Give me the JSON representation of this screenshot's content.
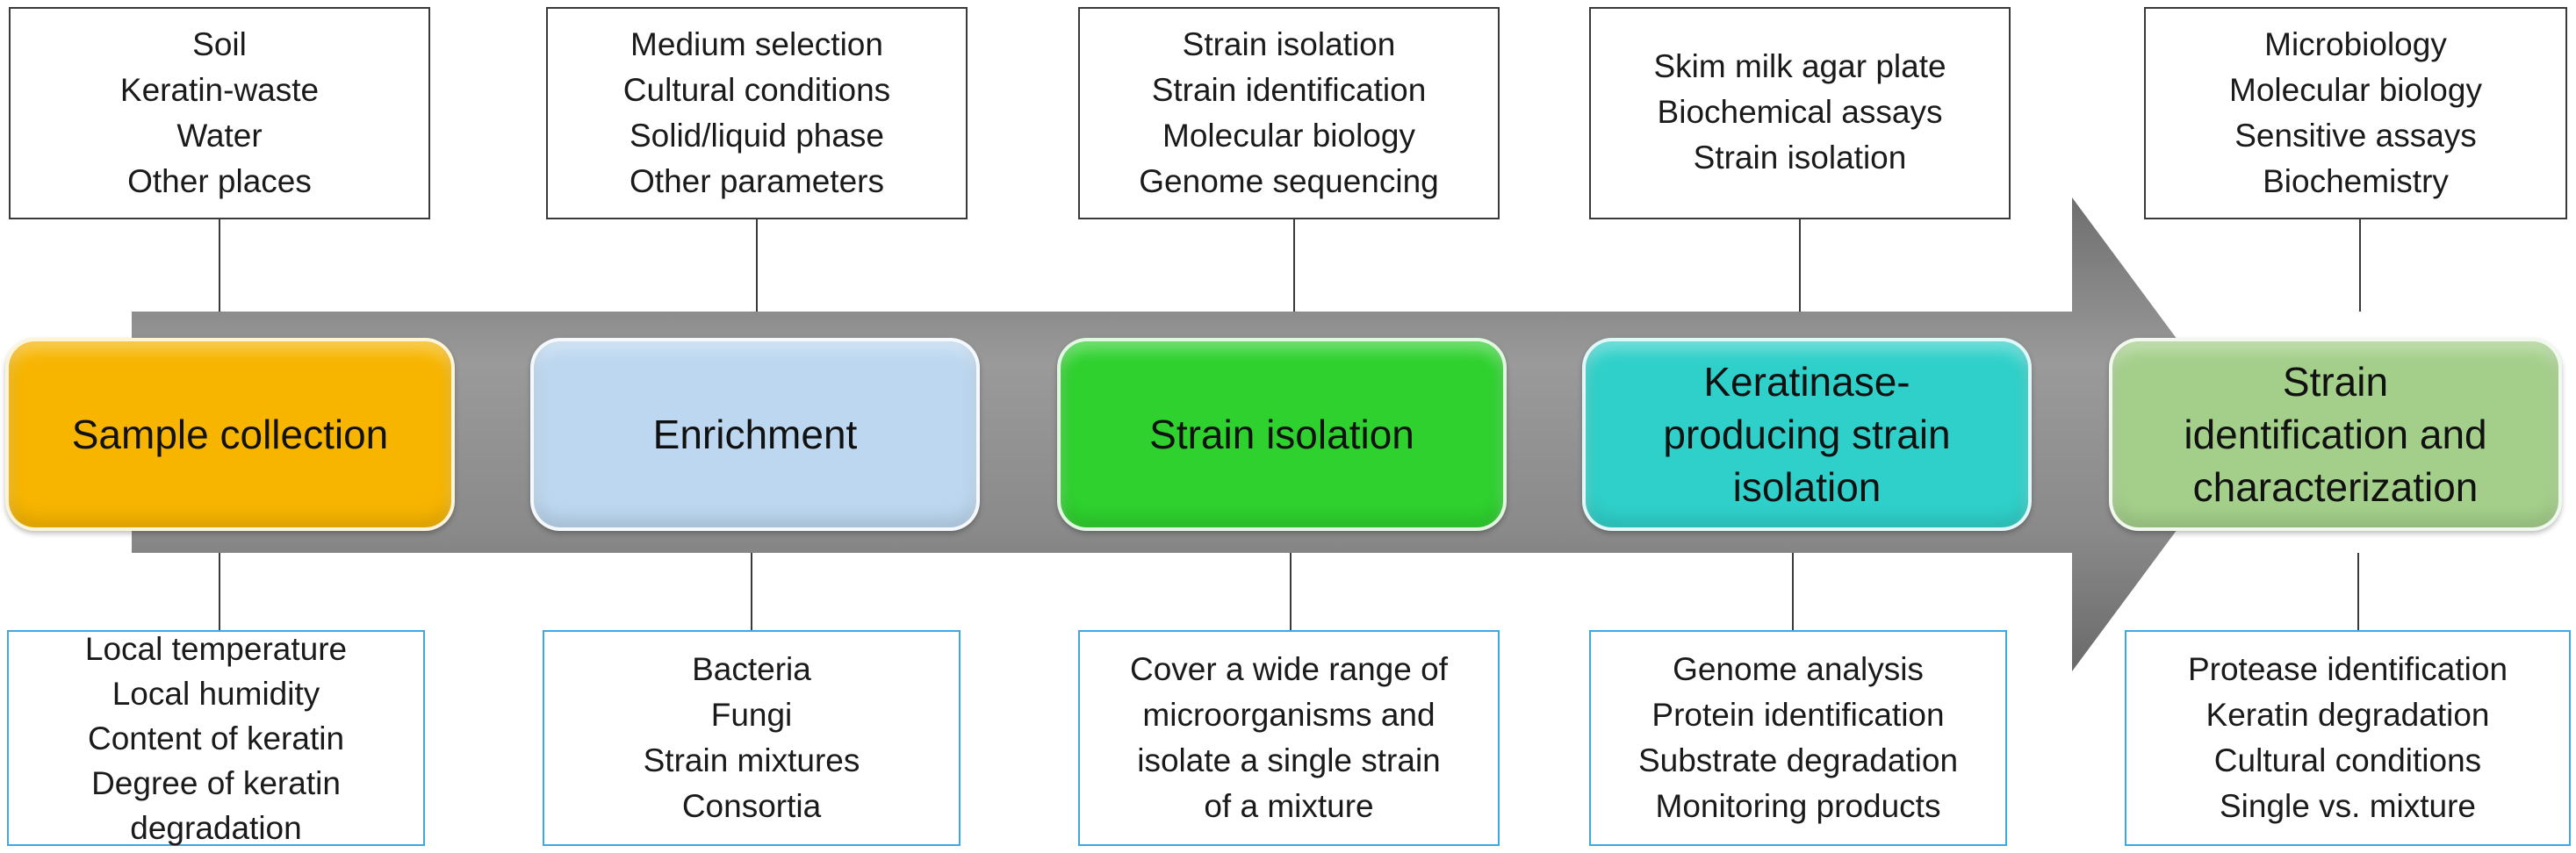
{
  "stages": [
    {
      "label": "Sample collection",
      "color": "#f7b500"
    },
    {
      "label": "Enrichment",
      "color": "#bcd7ef"
    },
    {
      "label": "Strain isolation",
      "color": "#2ed12e"
    },
    {
      "label": "Keratinase-\nproducing strain\nisolation",
      "color": "#2fd0c9"
    },
    {
      "label": "Strain\nidentification and\ncharacterization",
      "color": "#a4cf8a"
    }
  ],
  "top_boxes": [
    {
      "lines": [
        "Soil",
        "Keratin-waste",
        "Water",
        "Other places"
      ]
    },
    {
      "lines": [
        "Medium selection",
        "Cultural conditions",
        "Solid/liquid phase",
        "Other parameters"
      ]
    },
    {
      "lines": [
        "Strain isolation",
        "Strain identification",
        "Molecular biology",
        "Genome sequencing"
      ]
    },
    {
      "lines": [
        "Skim milk agar plate",
        "Biochemical assays",
        "Strain isolation"
      ]
    },
    {
      "lines": [
        "Microbiology",
        "Molecular biology",
        "Sensitive assays",
        "Biochemistry"
      ]
    }
  ],
  "bottom_boxes": [
    {
      "lines": [
        "Local temperature",
        "Local humidity",
        "Content of keratin",
        "Degree of keratin",
        "degradation"
      ]
    },
    {
      "lines": [
        "Bacteria",
        "Fungi",
        "Strain mixtures",
        "Consortia"
      ]
    },
    {
      "lines": [
        "Cover a wide range of",
        "microorganisms and",
        "isolate a single strain",
        "of a mixture"
      ]
    },
    {
      "lines": [
        "Genome analysis",
        "Protein identification",
        "Substrate degradation",
        "Monitoring products"
      ]
    },
    {
      "lines": [
        "Protease identification",
        "Keratin degradation",
        "Cultural conditions",
        "Single vs. mixture"
      ]
    }
  ],
  "colors": {
    "arrow": "#8c8c8c",
    "top_border": "#3a3a3a",
    "bottom_border": "#41a7e0",
    "connector": "#3a3a3a"
  }
}
